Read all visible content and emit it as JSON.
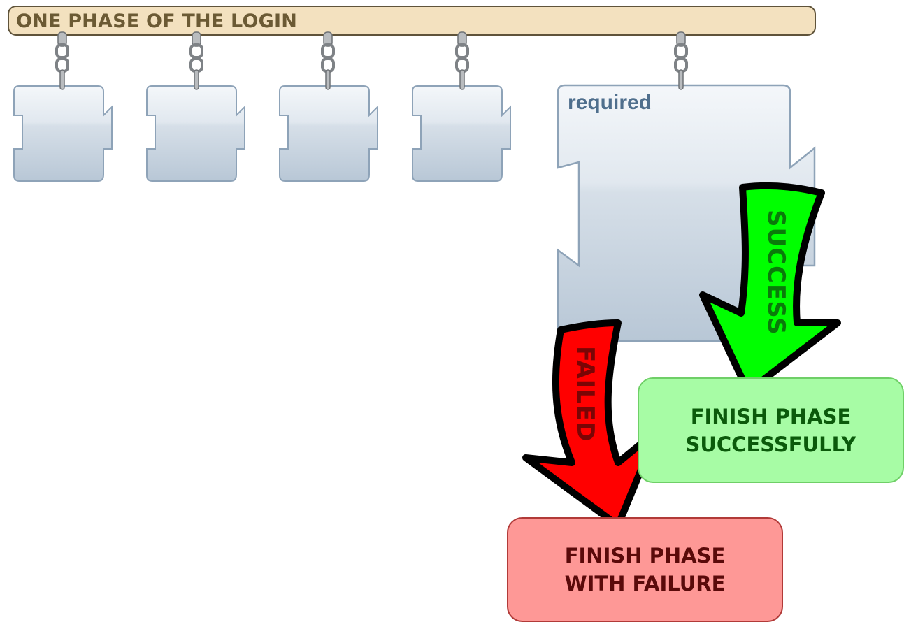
{
  "phase_bar": {
    "title": "ONE PHASE OF THE LOGIN"
  },
  "modules": [
    {
      "label": ""
    },
    {
      "label": ""
    },
    {
      "label": ""
    },
    {
      "label": ""
    },
    {
      "label": "required"
    }
  ],
  "arrows": {
    "success": {
      "label": "SUCCESS",
      "color": "#00ff00"
    },
    "failed": {
      "label": "FAILED",
      "color": "#ff0000"
    }
  },
  "outcomes": {
    "success": {
      "line1": "FINISH PHASE",
      "line2": "SUCCESSFULLY",
      "color": "#a7fca5"
    },
    "failure": {
      "line1": "FINISH PHASE",
      "line2": "WITH FAILURE",
      "color": "#fe9896"
    }
  },
  "icons": {
    "connector": "chain-icon"
  }
}
